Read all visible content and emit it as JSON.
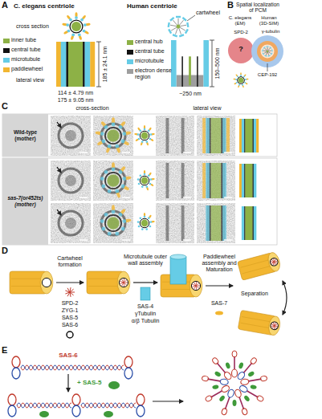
{
  "diagram": {
    "nodes": [
      {
        "text": [
          "Wild-type (mother)"
        ]
      },
      {
        "text": [
          "sas-7(or452ts) (mother)"
        ]
      }
    ],
    "labels": [
      "A",
      "C. elegans centriole",
      "cross section",
      "lateral view",
      "185 ± 24.1 nm",
      "114 ± 4.79 nm",
      "175 ± 9.05 nm",
      "Human centriole",
      "cartwheel",
      "150–500 nm",
      "~250 nm",
      "B",
      "Spatial localization of PCM",
      "C. elegans (EM)",
      "Human (3D-SIM)",
      "SPD-2",
      "?",
      "γ-tubulin",
      "CEP-192",
      "C",
      "cross-section",
      "lateral view",
      "D",
      "Cartwheel formation",
      "SPD-2",
      "ZYG-1",
      "SAS-5",
      "SAS-6",
      "Microtubule outer wall assembly",
      "SAS-4",
      "γTubulin",
      "α/β Tubulin",
      "Paddlewheel assembly and Maturation",
      "SAS-7",
      "Separation",
      "E",
      "SAS-6",
      "+ SAS-5"
    ],
    "legend": [
      {
        "text": "inner tube",
        "color": "#8db146"
      },
      {
        "text": "central tube",
        "color": "#111111"
      },
      {
        "text": "microtubule",
        "color": "#66cce6"
      },
      {
        "text": "paddlewheel",
        "color": "#f2b631"
      },
      {
        "text": "central hub",
        "color": "#8db146"
      },
      {
        "text": "central tube",
        "color": "#111111"
      },
      {
        "text": "microtubule",
        "color": "#66cce6"
      },
      {
        "text": "electron dense region",
        "color": "#9e9e9e"
      }
    ]
  }
}
